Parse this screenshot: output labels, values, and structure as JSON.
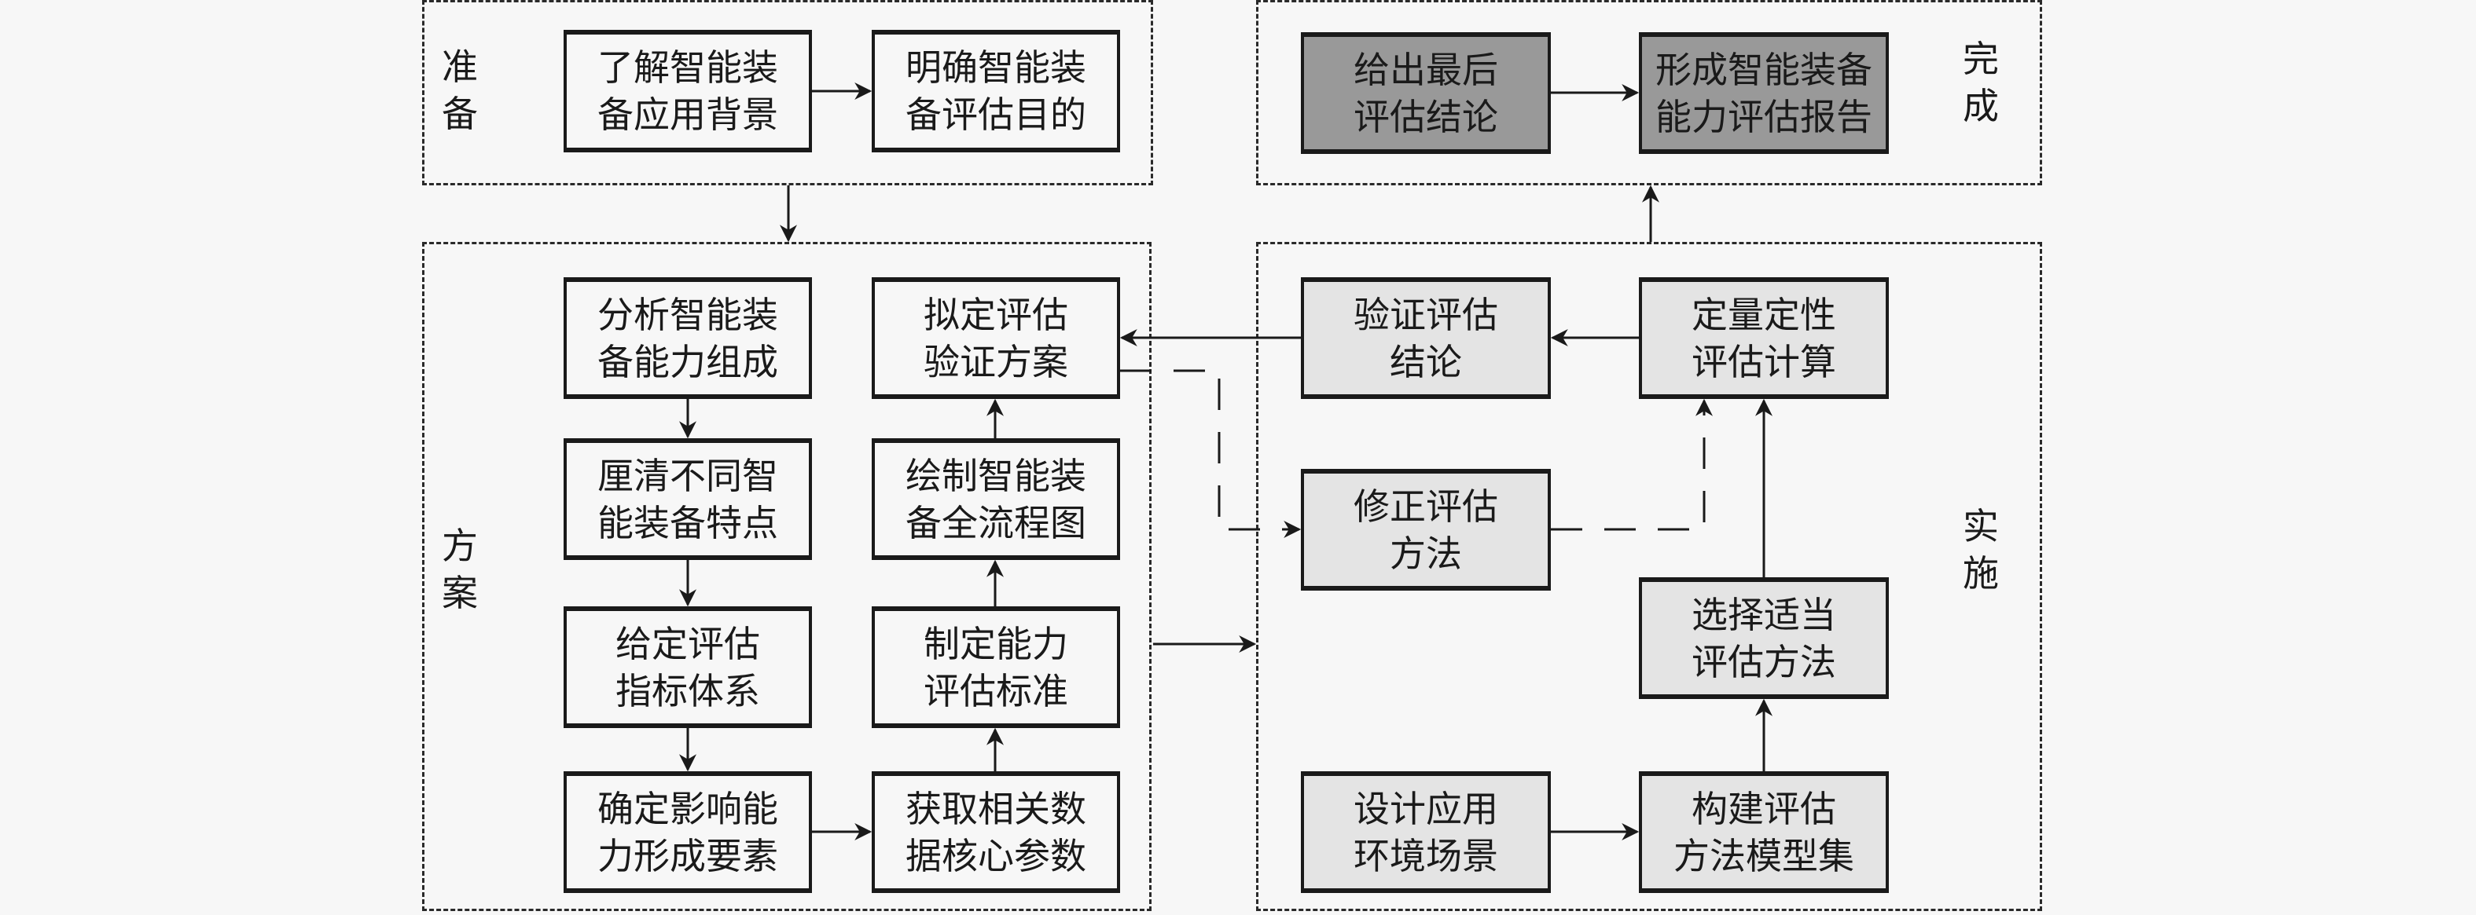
{
  "diagram": {
    "type": "flowchart",
    "panels": {
      "prepare": {
        "label": "准备"
      },
      "plan": {
        "label": "方案"
      },
      "implement": {
        "label": "实施"
      },
      "complete": {
        "label": "完成"
      }
    },
    "boxes": {
      "understand_background": "了解智能装\n备应用背景",
      "clarify_purpose": "明确智能装\n备评估目的",
      "analyze_composition": "分析智能装\n备能力组成",
      "clarify_features": "厘清不同智\n能装备特点",
      "give_index_system": "给定评估\n指标体系",
      "determine_factors": "确定影响能\n力形成要素",
      "obtain_parameters": "获取相关数\n据核心参数",
      "formulate_standard": "制定能力\n评估标准",
      "draw_flowchart": "绘制智能装\n备全流程图",
      "draft_verification": "拟定评估\n验证方案",
      "verify_conclusion": "验证评估\n结论",
      "quant_qual_calc": "定量定性\n评估计算",
      "revise_method": "修正评估\n方法",
      "select_method": "选择适当\n评估方法",
      "design_scenario": "设计应用\n环境场景",
      "build_model_set": "构建评估\n方法模型集",
      "final_conclusion": "给出最后\n评估结论",
      "form_report": "形成智能装备\n能力评估报告"
    },
    "colors": {
      "background": "#f7f7f7",
      "box_white": "#f7f7f7",
      "box_light_gray": "#e4e4e4",
      "box_dark_gray": "#999999",
      "line": "#1a1a1a"
    }
  }
}
